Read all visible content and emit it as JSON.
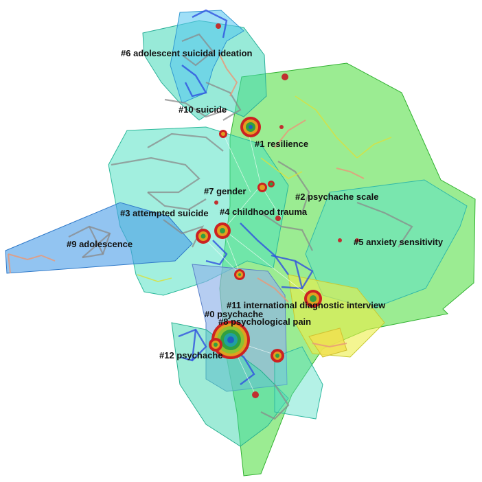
{
  "clusters": [
    {
      "id": "0",
      "label": "#0 psychache",
      "color": "#9eb7e8"
    },
    {
      "id": "1",
      "label": "#1 resilience",
      "color": "#5fe07a"
    },
    {
      "id": "2",
      "label": "#2 psychache scale",
      "color": "#3fdc5a"
    },
    {
      "id": "3",
      "label": "#3 attempted suicide",
      "color": "#46e6a0"
    },
    {
      "id": "4",
      "label": "#4 childhood trauma",
      "color": "#4fe8b0"
    },
    {
      "id": "5",
      "label": "#5 anxiety sensitivity",
      "color": "#48e0c8"
    },
    {
      "id": "6",
      "label": "#6 adolescent suicidal ideation",
      "color": "#3fd6c0"
    },
    {
      "id": "7",
      "label": "#7 gender",
      "color": "#55e5a8"
    },
    {
      "id": "8",
      "label": "#8 psychological pain",
      "color": "#7fd8f0"
    },
    {
      "id": "9",
      "label": "#9 adolescence",
      "color": "#5aa6e8"
    },
    {
      "id": "10",
      "label": "#10 suicide",
      "color": "#52c8f2"
    },
    {
      "id": "11",
      "label": "#11 international diagnostic interview",
      "color": "#e8f050"
    },
    {
      "id": "12",
      "label": "#12 psychache",
      "color": "#3a6ce0"
    }
  ],
  "colors": {
    "edge_gray": "#8a8a8a",
    "edge_blue": "#3050e0",
    "edge_salmon": "#e89a7a",
    "edge_yellow": "#d8e040",
    "node_fill": "#c03030",
    "ring_outer": "#cc2222",
    "ring_mid": "#e0a020",
    "ring_inner": "#30a040",
    "ring_core": "#2060c0"
  }
}
